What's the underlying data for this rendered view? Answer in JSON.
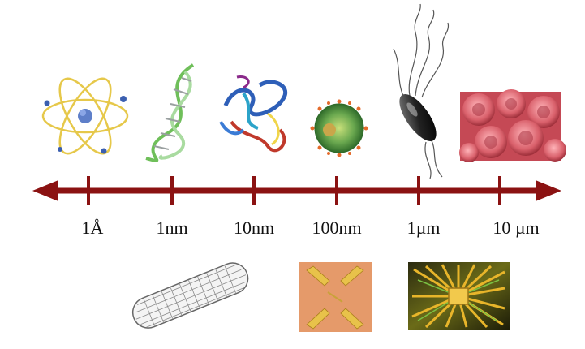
{
  "scale_labels": [
    "1Å",
    "1nm",
    "10nm",
    "100nm",
    "1µm",
    "10 µm"
  ],
  "images_top": [
    "atom-icon",
    "dna-helix-icon",
    "protein-structure-icon",
    "virus-icon",
    "bacterium-icon",
    "red-blood-cells-icon"
  ],
  "images_bottom": [
    "carbon-nanotube-icon",
    "nano-transistor-icon",
    "microchip-icon"
  ],
  "colors": {
    "axis": "#8b1212",
    "label": "#111111"
  }
}
